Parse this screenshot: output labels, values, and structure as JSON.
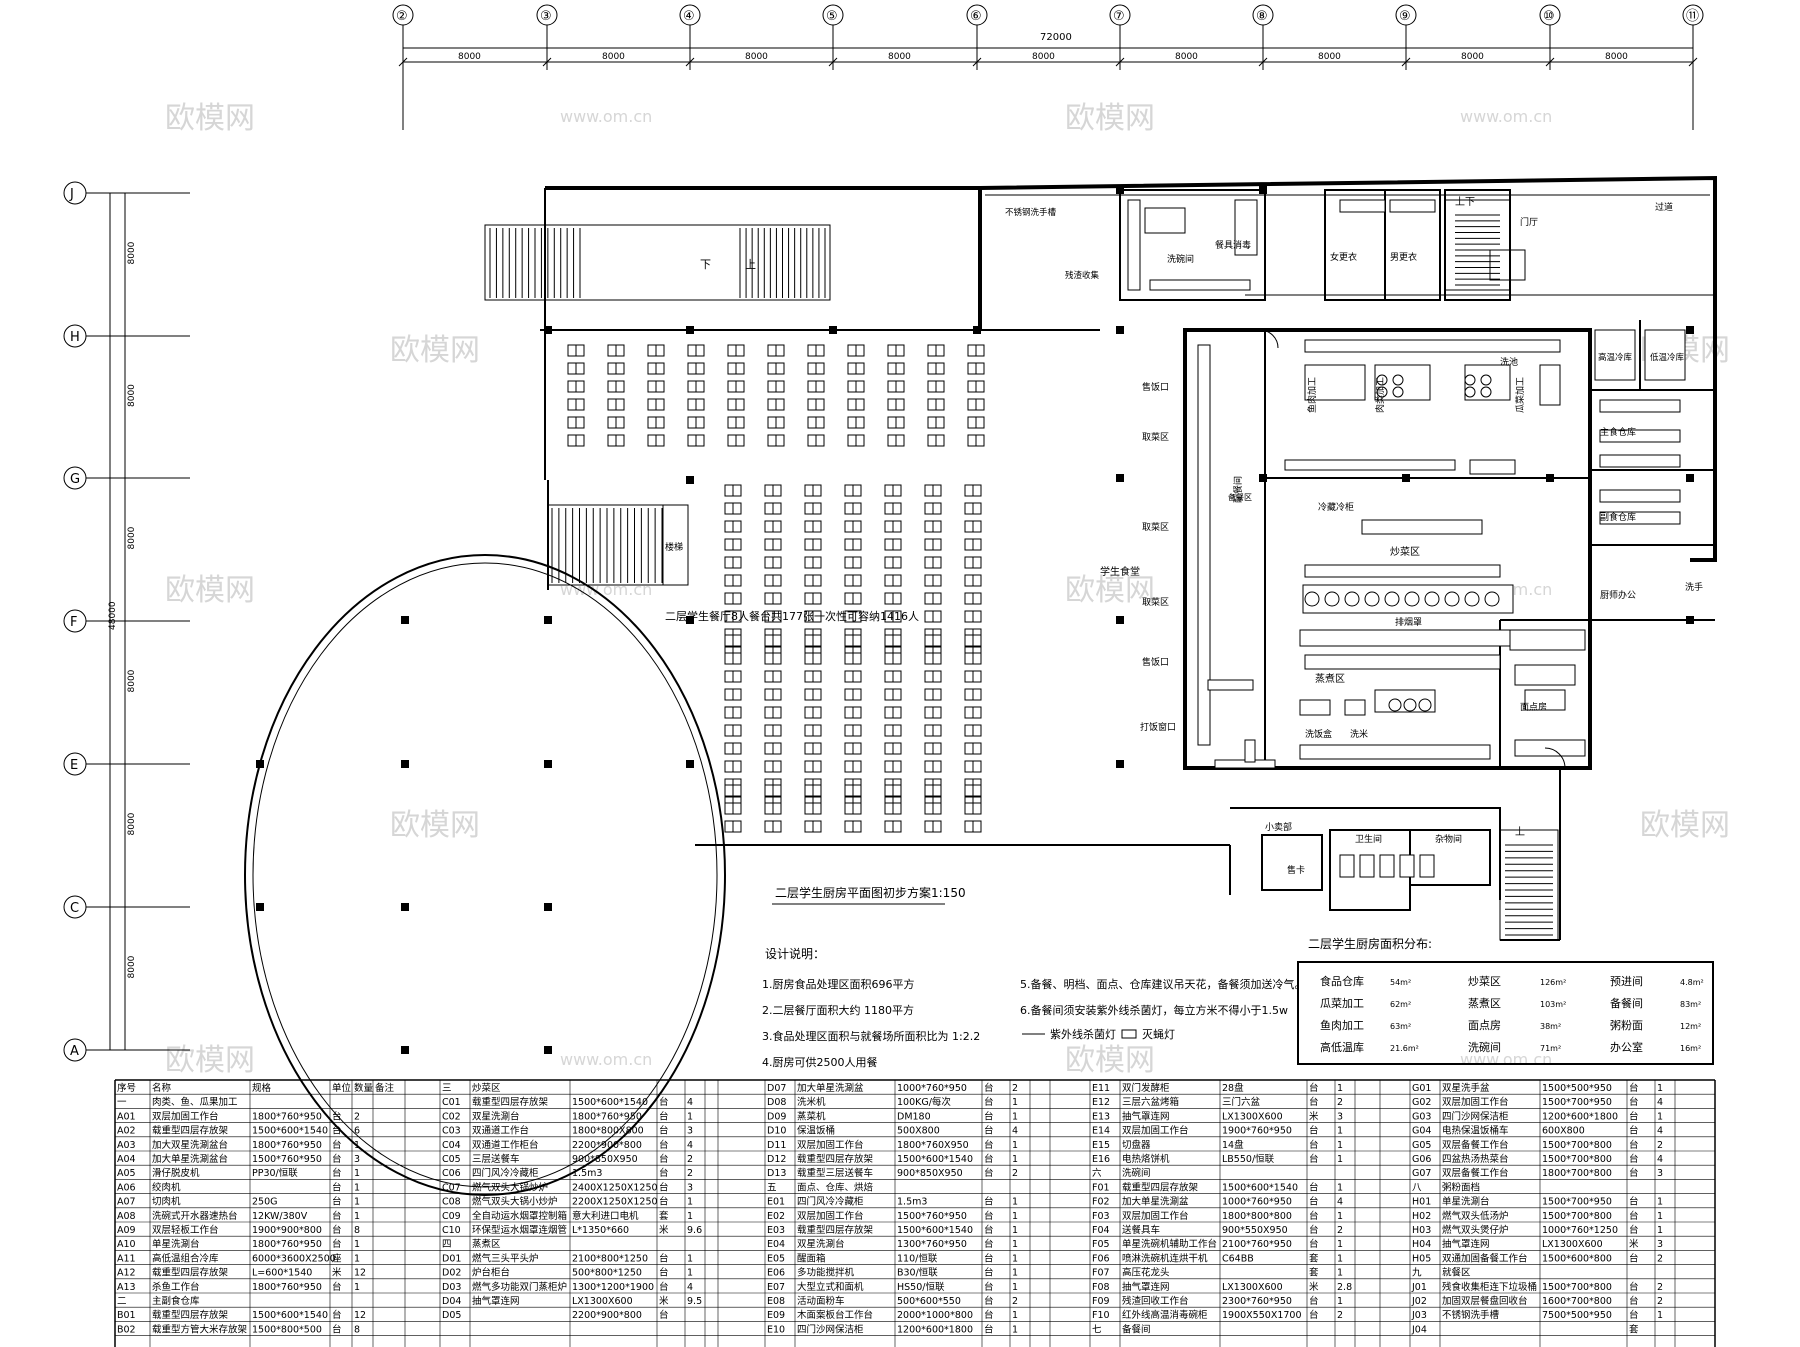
{
  "total_dimension": "72000",
  "bay_dimension": "8000",
  "grid_columns": [
    "②",
    "③",
    "④",
    "⑤",
    "⑥",
    "⑦",
    "⑧",
    "⑨",
    "⑩",
    "⑪"
  ],
  "grid_rows": [
    "J",
    "H",
    "G",
    "F",
    "E",
    "C",
    "A"
  ],
  "vertical_total": "48000",
  "vertical_bays": [
    "8000",
    "8000",
    "8000",
    "8000",
    "8000",
    "8000"
  ],
  "watermark": "欧模网",
  "watermark_url": "www.om.cn",
  "stair_text": {
    "down": "下",
    "up": "上",
    "updown": "上下",
    "up2": "上"
  },
  "dining_hall_note": "二层学生餐厅8人餐台共177张一次性可容纳1416人",
  "student_hall_label": "学生食堂",
  "plan_title": "二层学生厨房平面图初步方案1:150",
  "rooms": {
    "wash_hand": "不锈钢洗手槽",
    "tray_return": "残渣收集",
    "dishwash": "洗碗间",
    "disinfect": "餐具消毒",
    "female_change": "女更衣",
    "male_change": "男更衣",
    "hall": "门厅",
    "passage": "过道",
    "coldroom_high": "高温冷库",
    "coldroom_low": "低温冷库",
    "main_store": "主食仓库",
    "side_store": "副食仓库",
    "office": "厨师办公",
    "wash2": "洗手",
    "fish": "鱼肉加工",
    "meat": "肉类加工",
    "veg": "瓜菜加工",
    "wash_pool": "洗池",
    "fridge": "冷藏冷柜",
    "stir_fry": "炒菜区",
    "steam": "蒸煮区",
    "smoke": "排烟罩",
    "wash_rice": "洗饭盒",
    "wash_veg": "洗米",
    "pastry": "面点房",
    "prep": "配餐间",
    "serving": "备餐区",
    "counter1": "售饭口",
    "counter2": "取菜区",
    "counter3": "取菜区",
    "counter4": "取菜区",
    "counter5": "售饭口",
    "counter6": "打饭窗口",
    "mini_shop": "小卖部",
    "card": "售卡",
    "toilet": "卫生间",
    "storage": "杂物间",
    "stair_room": "楼梯"
  },
  "design_notes": {
    "title": "设计说明：",
    "items": [
      "1.厨房食品处理区面积696平方",
      "2.二层餐厅面积大约 1180平方",
      "3.食品处理区面积与就餐场所面积比为 1:2.2",
      "4.厨房可供2500人用餐",
      "5.备餐、明档、面点、仓库建议吊天花，备餐须加送冷气。",
      "6.备餐间须安装紫外线杀菌灯，每立方米不得小于1.5w"
    ],
    "legend_uv": "紫外线杀菌灯",
    "legend_fly": "灭蝇灯"
  },
  "area_table": {
    "title": "二层学生厨房面积分布:",
    "rows": [
      [
        "食品仓库",
        "54m²",
        "炒菜区",
        "126m²",
        "预进间",
        "4.8m²"
      ],
      [
        "瓜菜加工",
        "62m²",
        "蒸煮区",
        "103m²",
        "备餐间",
        "83m²"
      ],
      [
        "鱼肉加工",
        "63m²",
        "面点房",
        "38m²",
        "粥粉面",
        "12m²"
      ],
      [
        "高低温库",
        "21.6m²",
        "洗碗间",
        "71m²",
        "办公室",
        "16m²"
      ]
    ]
  },
  "equipment_table": {
    "header": [
      "序号",
      "名称",
      "规格",
      "单位",
      "数量",
      "备注"
    ],
    "col1": [
      [
        "一",
        "肉类、鱼、瓜果加工",
        "",
        "",
        "",
        ""
      ],
      [
        "A01",
        "双层加固工作台",
        "1800*760*950",
        "台",
        "2",
        ""
      ],
      [
        "A02",
        "载重型四层存放架",
        "1500*600*1540",
        "台",
        "6",
        ""
      ],
      [
        "A03",
        "加大双星洗涮盆台",
        "1800*760*950",
        "台",
        "1",
        ""
      ],
      [
        "A04",
        "加大单星洗涮盆台",
        "1500*760*950",
        "台",
        "3",
        ""
      ],
      [
        "A05",
        "滑仔脱皮机",
        "PP30/恒联",
        "台",
        "1",
        ""
      ],
      [
        "A06",
        "绞肉机",
        "",
        "台",
        "1",
        ""
      ],
      [
        "A07",
        "切肉机",
        "250G",
        "台",
        "1",
        ""
      ],
      [
        "A08",
        "洗碗式开水器速热台",
        "12KW/380V",
        "台",
        "1",
        ""
      ],
      [
        "A09",
        "双层轻板工作台",
        "1900*900*800",
        "台",
        "8",
        ""
      ],
      [
        "A10",
        "单星洗涮台",
        "1800*760*950",
        "台",
        "1",
        ""
      ],
      [
        "A11",
        "高低温组合冷库",
        "6000*3600X2500",
        "座",
        "1",
        ""
      ],
      [
        "A12",
        "载重型四层存放架",
        "L=600*1540",
        "米",
        "12",
        ""
      ],
      [
        "A13",
        "杀鱼工作台",
        "1800*760*950",
        "台",
        "1",
        ""
      ],
      [
        "二",
        "主副食仓库",
        "",
        "",
        "",
        ""
      ],
      [
        "B01",
        "载重型四层存放架",
        "1500*600*1540",
        "台",
        "12",
        ""
      ],
      [
        "B02",
        "载重型方管大米存放架",
        "1500*800*500",
        "台",
        "8",
        ""
      ]
    ],
    "col2": [
      [
        "三",
        "炒菜区",
        "",
        "",
        ""
      ],
      [
        "C01",
        "载重型四层存放架",
        "1500*600*1540",
        "台",
        "4"
      ],
      [
        "C02",
        "双星洗涮台",
        "1800*760*950",
        "台",
        "1"
      ],
      [
        "C03",
        "双通道工作台",
        "1800*800X800",
        "台",
        "3"
      ],
      [
        "C04",
        "双通道工作柜台",
        "2200*900*800",
        "台",
        "4"
      ],
      [
        "C05",
        "三层送餐车",
        "900*850X950",
        "台",
        "2"
      ],
      [
        "C06",
        "四门风冷冷藏柜",
        "1.5m3",
        "台",
        "2"
      ],
      [
        "C07",
        "燃气双头大锅炒炉",
        "2400X1250X1250",
        "台",
        "3"
      ],
      [
        "C08",
        "燃气双头大锅小炒炉",
        "2200X1250X1250",
        "台",
        "1"
      ],
      [
        "C09",
        "全自动运水烟罩控制箱",
        "意大利进口电机",
        "套",
        "1"
      ],
      [
        "C10",
        "环保型运水烟罩连烟管",
        "L*1350*660",
        "米",
        "9.6"
      ],
      [
        "四",
        "蒸煮区",
        "",
        "",
        ""
      ],
      [
        "D01",
        "燃气三头平头炉",
        "2100*800*1250",
        "台",
        "1"
      ],
      [
        "D02",
        "炉台柜台",
        "500*800*1250",
        "台",
        "1"
      ],
      [
        "D03",
        "燃气多功能双门蒸柜炉",
        "1300*1200*1900",
        "台",
        "4"
      ],
      [
        "D04",
        "抽气罩连网",
        "LX1300X600",
        "米",
        "9.5"
      ],
      [
        "D05",
        "",
        "2200*900*800",
        "台",
        ""
      ]
    ],
    "col3": [
      [
        "D07",
        "加大单星洗涮盆",
        "1000*760*950",
        "台",
        "2"
      ],
      [
        "D08",
        "洗米机",
        "100KG/每次",
        "台",
        "1"
      ],
      [
        "D09",
        "蒸菜机",
        "DM180",
        "台",
        "1"
      ],
      [
        "D10",
        "保温饭桶",
        "500X800",
        "台",
        "4"
      ],
      [
        "D11",
        "双层加固工作台",
        "1800*760X950",
        "台",
        "1"
      ],
      [
        "D12",
        "载重型四层存放架",
        "1500*600*1540",
        "台",
        "1"
      ],
      [
        "D13",
        "载重型三层送餐车",
        "900*850X950",
        "台",
        "2"
      ],
      [
        "五",
        "面点、仓库、烘焙",
        "",
        "",
        ""
      ],
      [
        "E01",
        "四门风冷冷藏柜",
        "1.5m3",
        "台",
        "1"
      ],
      [
        "E02",
        "双层加固工作台",
        "1500*760*950",
        "台",
        "1"
      ],
      [
        "E03",
        "载重型四层存放架",
        "1500*600*1540",
        "台",
        "1"
      ],
      [
        "E04",
        "双星洗涮台",
        "1300*760*950",
        "台",
        "1"
      ],
      [
        "E05",
        "醒面箱",
        "110/恒联",
        "台",
        "1"
      ],
      [
        "E06",
        "多功能搅拌机",
        "B30/恒联",
        "台",
        "1"
      ],
      [
        "E07",
        "大型立式和面机",
        "HS50/恒联",
        "台",
        "1"
      ],
      [
        "E08",
        "活动面粉车",
        "500*600*550",
        "台",
        "2"
      ],
      [
        "E09",
        "木面案板台工作台",
        "2000*1000*800",
        "台",
        "1"
      ],
      [
        "E10",
        "四门沙网保洁柜",
        "1200*600*1800",
        "台",
        "1"
      ]
    ],
    "col4": [
      [
        "E11",
        "双门发酵柜",
        "28盘",
        "台",
        "1"
      ],
      [
        "E12",
        "三层六盆烤箱",
        "三门六盆",
        "台",
        "2"
      ],
      [
        "E13",
        "抽气罩连网",
        "LX1300X600",
        "米",
        "3"
      ],
      [
        "E14",
        "双层加固工作台",
        "1900*760*950",
        "台",
        "1"
      ],
      [
        "E15",
        "切盘器",
        "14盘",
        "台",
        "1"
      ],
      [
        "E16",
        "电热烙饼机",
        "LB550/恒联",
        "台",
        "1"
      ],
      [
        "六",
        "洗碗间",
        "",
        "",
        ""
      ],
      [
        "F01",
        "载重型四层存放架",
        "1500*600*1540",
        "台",
        "1"
      ],
      [
        "F02",
        "加大单星洗涮盆",
        "1000*760*950",
        "台",
        "4"
      ],
      [
        "F03",
        "双层加固工作台",
        "1800*800*800",
        "台",
        "1"
      ],
      [
        "F04",
        "送餐具车",
        "900*550X950",
        "台",
        "2"
      ],
      [
        "F05",
        "单星洗碗机辅助工作台",
        "2100*760*950",
        "台",
        "1"
      ],
      [
        "F06",
        "喷淋洗碗机连烘干机",
        "C64BB",
        "套",
        "1"
      ],
      [
        "F07",
        "高压花龙头",
        "",
        "套",
        "1"
      ],
      [
        "F08",
        "抽气罩连网",
        "LX1300X600",
        "米",
        "2.8"
      ],
      [
        "F09",
        "残渣回收工作台",
        "2300*760*950",
        "台",
        "1"
      ],
      [
        "F10",
        "红外线高温消毒碗柜",
        "1900X550X1700",
        "台",
        "2"
      ],
      [
        "七",
        "备餐间",
        "",
        "",
        ""
      ]
    ],
    "col5": [
      [
        "G01",
        "双星洗手盆",
        "1500*500*950",
        "台",
        "1"
      ],
      [
        "G02",
        "双层加固工作台",
        "1500*700*950",
        "台",
        "4"
      ],
      [
        "G03",
        "四门沙网保洁柜",
        "1200*600*1800",
        "台",
        "1"
      ],
      [
        "G04",
        "电热保温饭桶车",
        "600X800",
        "台",
        "4"
      ],
      [
        "G05",
        "双层备餐工作台",
        "1500*700*800",
        "台",
        "2"
      ],
      [
        "G06",
        "四盆热汤热菜台",
        "1500*700*800",
        "台",
        "4"
      ],
      [
        "G07",
        "双层备餐工作台",
        "1800*700*800",
        "台",
        "3"
      ],
      [
        "八",
        "粥粉面档",
        "",
        "",
        ""
      ],
      [
        "H01",
        "单星洗涮台",
        "1500*700*950",
        "台",
        "1"
      ],
      [
        "H02",
        "燃气双头低汤炉",
        "1500*700*800",
        "台",
        "1"
      ],
      [
        "H03",
        "燃气双头煲仔炉",
        "1000*760*1250",
        "台",
        "1"
      ],
      [
        "H04",
        "抽气罩连网",
        "LX1300X600",
        "米",
        "3"
      ],
      [
        "H05",
        "双通加固备餐工作台",
        "1500*600*800",
        "台",
        "2"
      ],
      [
        "九",
        "就餐区",
        "",
        "",
        ""
      ],
      [
        "J01",
        "残食收集柜连下垃圾桶",
        "1500*700*800",
        "台",
        "2"
      ],
      [
        "J02",
        "加固双层餐盘回收台",
        "1600*700*800",
        "台",
        "2"
      ],
      [
        "J03",
        "不锈钢洗手槽",
        "7500*500*950",
        "台",
        "1"
      ],
      [
        "J04",
        "",
        "",
        "套",
        ""
      ]
    ]
  }
}
